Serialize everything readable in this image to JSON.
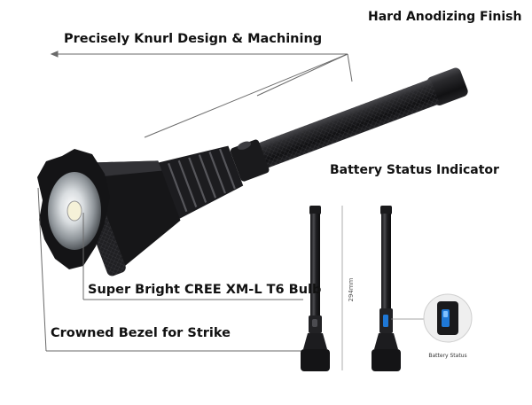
{
  "labels": {
    "hard_anodizing": "Hard Anodizing Finish",
    "knurl": "Precisely Knurl Design & Machining",
    "battery_indicator": "Battery Status Indicator",
    "bulb": "Super Bright CREE XM-L T6 Bulb",
    "bezel": "Crowned Bezel for Strike"
  },
  "inset": {
    "length_mark": "294mm",
    "battery_caption": "Battery Status"
  },
  "colors": {
    "body": "#1b1b1d",
    "highlight": "#5a5a5e",
    "indicator_blue": "#1f78d6",
    "leader_line": "#6a6a6a"
  }
}
